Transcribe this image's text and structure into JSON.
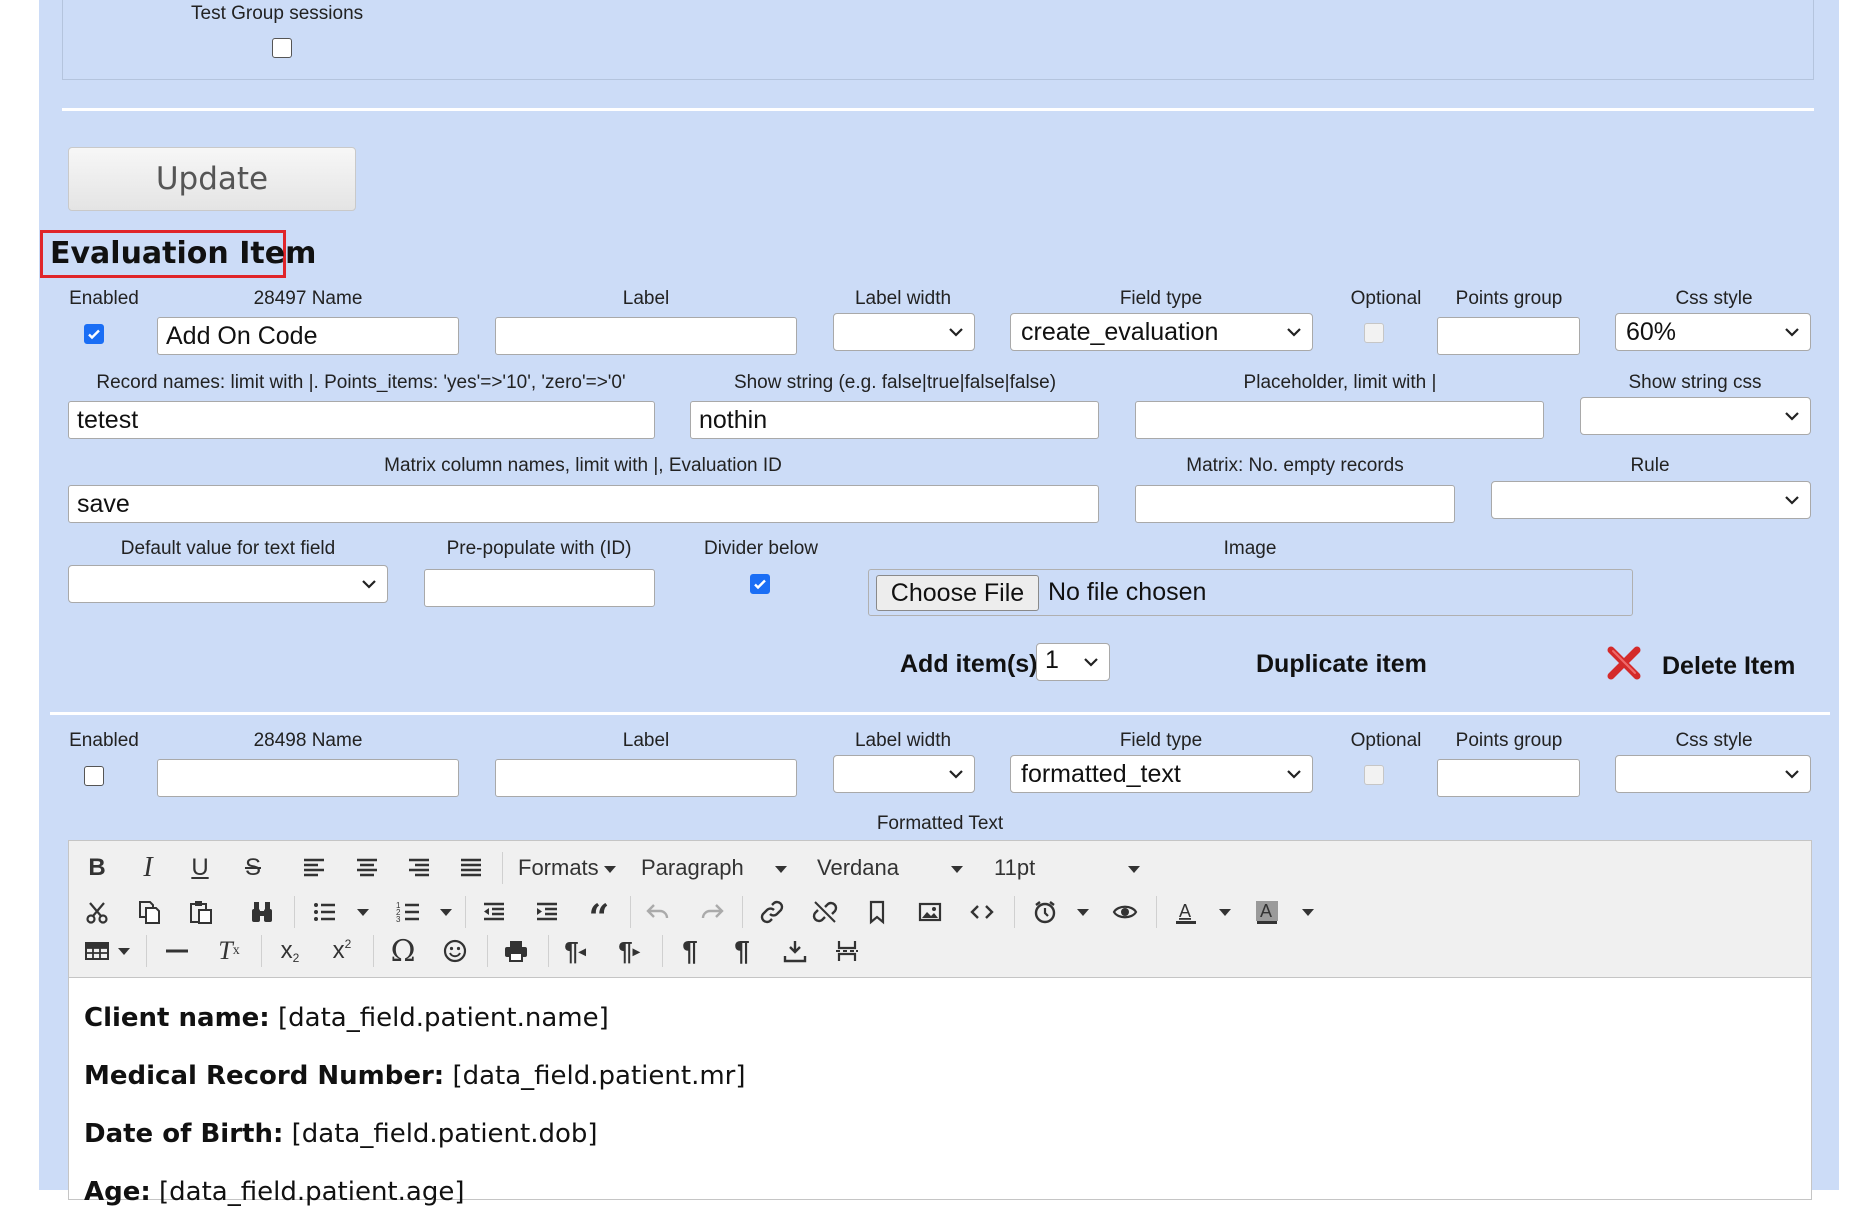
{
  "top_section": {
    "test_group_sessions_label": "Test Group sessions",
    "test_group_checked": false
  },
  "update_button": "Update",
  "section_title": "Evaluation Item",
  "item1": {
    "headers": {
      "enabled": "Enabled",
      "name": "28497 Name",
      "label": "Label",
      "label_width": "Label width",
      "field_type": "Field type",
      "optional": "Optional",
      "points_group": "Points group",
      "css_style": "Css style"
    },
    "enabled": true,
    "name_value": "Add On Code",
    "label_value": "",
    "label_width_value": "",
    "field_type_value": "create_evaluation",
    "optional": false,
    "points_group_value": "",
    "css_style_value": "60%",
    "record_names_label": "Record names: limit with |. Points_items: 'yes'=>'10', 'zero'=>'0'",
    "record_names_value": "tetest",
    "show_string_label": "Show string (e.g. false|true|false|false)",
    "show_string_value": "nothin",
    "placeholder_label": "Placeholder, limit with |",
    "placeholder_value": "",
    "show_string_css_label": "Show string css",
    "show_string_css_value": "",
    "matrix_columns_label": "Matrix column names, limit with |, Evaluation ID",
    "matrix_columns_value": "save",
    "matrix_empty_label": "Matrix: No. empty records",
    "matrix_empty_value": "",
    "rule_label": "Rule",
    "rule_value": "",
    "default_value_label": "Default value for text field",
    "default_value_value": "",
    "prepopulate_label": "Pre-populate with (ID)",
    "prepopulate_value": "",
    "divider_below_label": "Divider below",
    "divider_below": true,
    "image_label": "Image",
    "choose_file": "Choose File",
    "no_file": "No file chosen",
    "add_items_label": "Add item(s)",
    "add_items_value": "1",
    "duplicate_item": "Duplicate item",
    "delete_item": "Delete Item"
  },
  "item2": {
    "headers": {
      "enabled": "Enabled",
      "name": "28498 Name",
      "label": "Label",
      "label_width": "Label width",
      "field_type": "Field type",
      "optional": "Optional",
      "points_group": "Points group",
      "css_style": "Css style"
    },
    "enabled": false,
    "name_value": "",
    "label_value": "",
    "field_type_value": "formatted_text",
    "css_style_value": "",
    "formatted_text_label": "Formatted Text"
  },
  "editor": {
    "formats": "Formats",
    "paragraph": "Paragraph",
    "font": "Verdana",
    "size": "11pt",
    "lines": [
      {
        "label": "Client name:",
        "value": " [data_field.patient.name]"
      },
      {
        "label": "Medical Record Number:",
        "value": " [data_field.patient.mr]"
      },
      {
        "label": "Date of Birth:",
        "value": " [data_field.patient.dob]"
      },
      {
        "label": "Age:",
        "value": " [data_field.patient.age]"
      }
    ]
  },
  "colors": {
    "panel": "#ccdcf7",
    "highlight_border": "#e0252a",
    "checkbox": "#1a6ef5",
    "delete_icon": "#d42a2a"
  }
}
